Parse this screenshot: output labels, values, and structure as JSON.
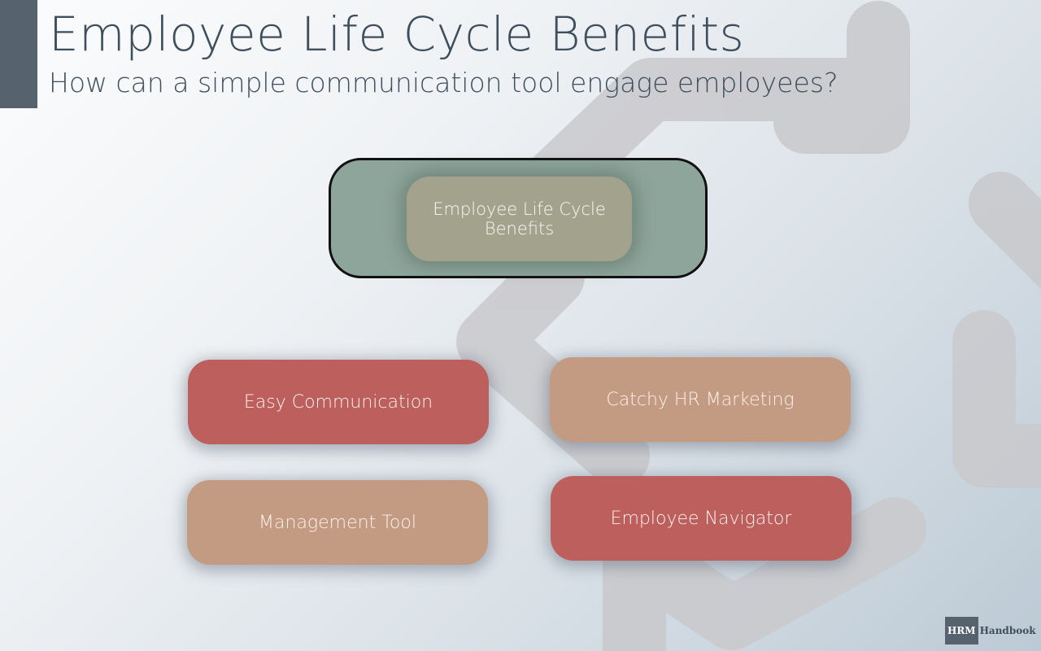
{
  "slide": {
    "title": "Employee Life Cycle Benefits",
    "subtitle": "How can a simple communication tool engage employees?"
  },
  "diagram": {
    "root": {
      "label": "Employee Life Cycle Benefits",
      "frame_color": "#8ea59b",
      "node_color": "#a3a38d"
    },
    "children": [
      {
        "label": "Easy Communication",
        "color": "#bc5f5d"
      },
      {
        "label": "Catchy HR Marketing",
        "color": "#c39a82"
      },
      {
        "label": "Management Tool",
        "color": "#c39a82"
      },
      {
        "label": "Employee Navigator",
        "color": "#bc5f5d"
      }
    ]
  },
  "branding": {
    "logo_box": "HRM",
    "logo_text": "Handbook",
    "accent_color": "#56636e"
  },
  "background": {
    "watermark_icon": "circular-arrows-icon"
  }
}
